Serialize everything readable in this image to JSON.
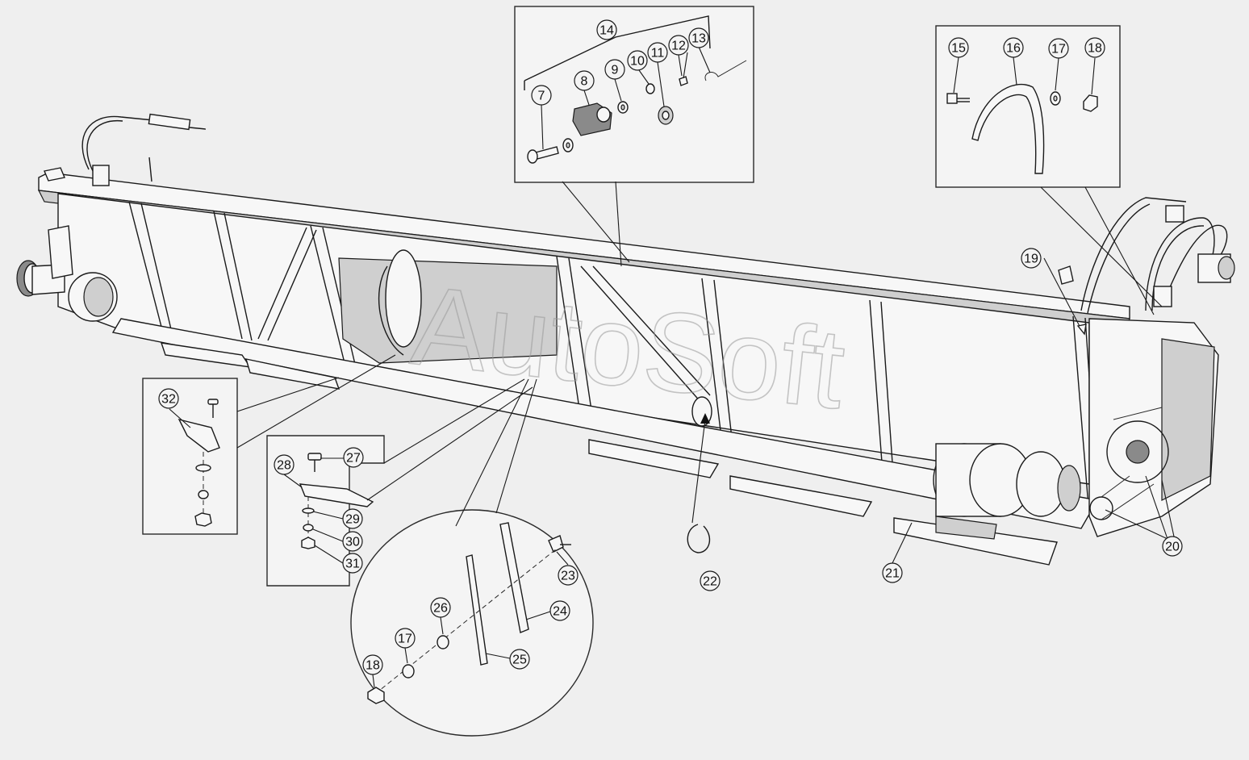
{
  "watermark": "AutoSoft",
  "callouts": [
    "7",
    "8",
    "9",
    "10",
    "11",
    "12",
    "13",
    "14",
    "15",
    "16",
    "17",
    "18",
    "19",
    "20",
    "21",
    "22",
    "23",
    "24",
    "25",
    "26",
    "17",
    "18",
    "27",
    "28",
    "29",
    "30",
    "31",
    "32"
  ]
}
